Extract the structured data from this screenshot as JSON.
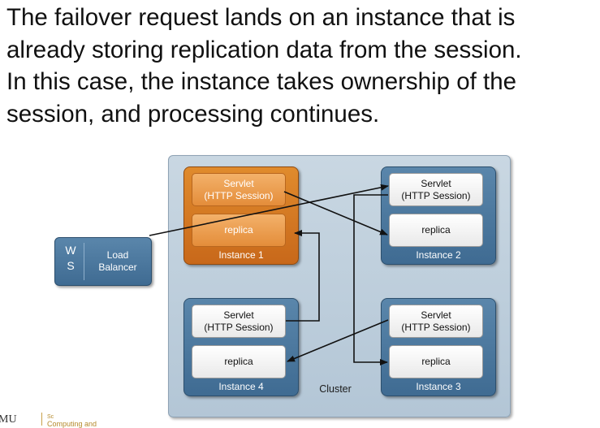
{
  "heading": {
    "line1": "The failover request lands on an instance that is",
    "line2": "already storing replication data from the session.",
    "line3": "In this case, the instance takes ownership of the",
    "line4": "session, and processing continues."
  },
  "diagram": {
    "cluster_label": "Cluster",
    "load_balancer": {
      "w": "W",
      "s": "S",
      "line1": "Load",
      "line2": "Balancer"
    },
    "instances": [
      {
        "label": "Instance 1",
        "servlet_line1": "Servlet",
        "servlet_line2": "(HTTP Session)",
        "replica": "replica",
        "state": "active"
      },
      {
        "label": "Instance 2",
        "servlet_line1": "Servlet",
        "servlet_line2": "(HTTP Session)",
        "replica": "replica",
        "state": "normal"
      },
      {
        "label": "Instance 3",
        "servlet_line1": "Servlet",
        "servlet_line2": "(HTTP Session)",
        "replica": "replica",
        "state": "normal"
      },
      {
        "label": "Instance 4",
        "servlet_line1": "Servlet",
        "servlet_line2": "(HTTP Session)",
        "replica": "replica",
        "state": "normal"
      }
    ],
    "colors": {
      "active_instance": "#d57a24",
      "instance": "#4a76a0",
      "cluster_bg": "#c1d1de",
      "arrow": "#111111"
    }
  },
  "footer": {
    "left": "MU",
    "right_line1": "Sc",
    "right_line2": "Computing and"
  }
}
